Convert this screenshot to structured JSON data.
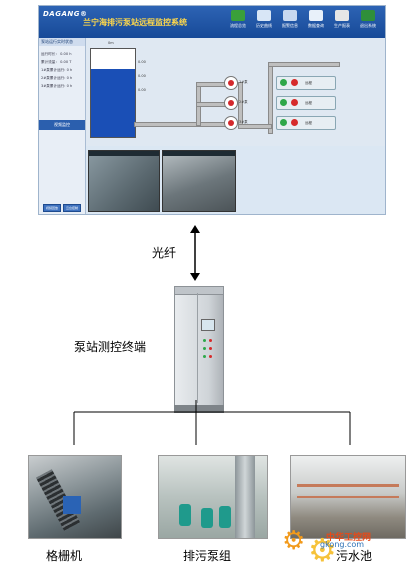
{
  "scada": {
    "logo": "DAGANG®",
    "title": "兰宁海排污泵站远程监控系统",
    "nav": [
      {
        "label": "流程总览",
        "color": "#3aa03a"
      },
      {
        "label": "历史曲线",
        "color": "#d8e6f6"
      },
      {
        "label": "报警信息",
        "color": "#c9d9ef"
      },
      {
        "label": "数据查询",
        "color": "#e8f0fa"
      },
      {
        "label": "生产报表",
        "color": "#e6e6e6"
      },
      {
        "label": "退出系统",
        "color": "#2f8f3a"
      }
    ],
    "side_header": "泵站运行实时状态",
    "side_rows": [
      "运行时长： 0.00 h",
      "累计流量： 0.00 T",
      "1#泵累计运行: 0 h",
      "2#泵累计运行: 0 h",
      "3#泵累计运行: 0 h"
    ],
    "side_section2": "视频监控",
    "side_buttons": [
      "视频回放",
      "云台控制"
    ],
    "tank_top_label": "0m",
    "tank_levels": [
      "0.00",
      "0.00",
      "0.00"
    ],
    "pumps": [
      "1#泵",
      "2#泵",
      "3#泵"
    ],
    "panel_label": "远程"
  },
  "labels": {
    "fiber": "光纤",
    "terminal": "泵站测控终端",
    "screen": "格栅机",
    "pump_group": "排污泵组",
    "sewage_pool": "污水池"
  },
  "watermark": {
    "line1": "中华工控网",
    "line2": "gkong.com"
  }
}
